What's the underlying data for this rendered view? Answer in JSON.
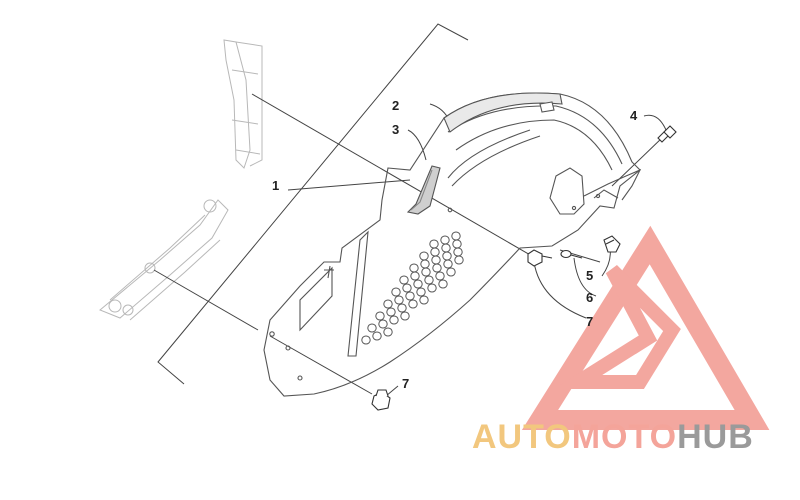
{
  "diagram": {
    "callouts": [
      "1",
      "2",
      "3",
      "4",
      "5",
      "6",
      "7",
      "7"
    ]
  },
  "watermark": {
    "part1": "AUTO",
    "part2": "MOTO",
    "part3": "HUB",
    "colors": {
      "auto": "#f2c77e",
      "moto": "#f4a49a",
      "hub": "#9a9a9a",
      "logo": "#f08a80"
    }
  }
}
